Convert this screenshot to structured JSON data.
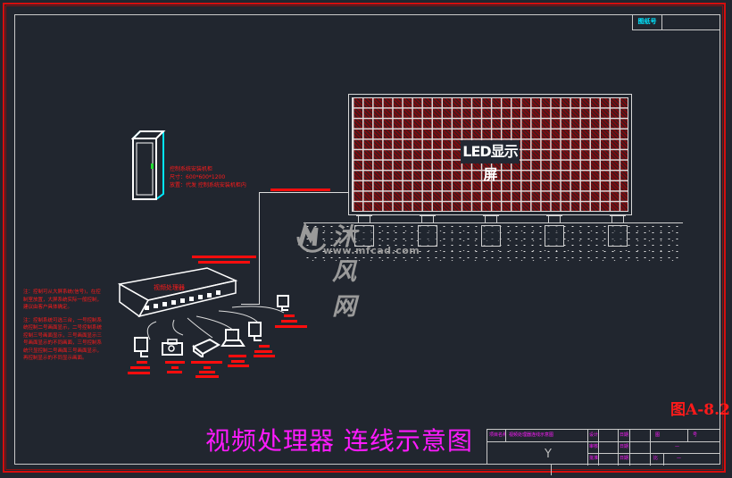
{
  "drawing": {
    "title": "视频处理器 连线示意图",
    "figure_label": "图A-8.2",
    "corner_tag": "图纸号",
    "background_color": "#21262f",
    "border_color": "#d40e0e",
    "accent_magenta": "#ff1aff",
    "annotation_red": "#ff0d0d"
  },
  "led_screen": {
    "label": "LED显示屏",
    "grid_columns": 28,
    "grid_rows": 11,
    "support_count": 5
  },
  "cabinet": {
    "icon": "server-cabinet-icon",
    "notes": [
      "控制系统安装机柜",
      "尺寸：600*600*1200",
      "放置：代发 控制系统安装机柜内"
    ]
  },
  "processor": {
    "label": "视频处理器",
    "icon": "video-processor-icon"
  },
  "devices": [
    {
      "name": "monitor-1",
      "icon": "monitor-icon"
    },
    {
      "name": "camera",
      "icon": "camera-icon"
    },
    {
      "name": "dvd-player",
      "icon": "dvd-player-icon"
    },
    {
      "name": "laptop",
      "icon": "laptop-icon"
    },
    {
      "name": "monitor-2",
      "icon": "monitor-icon"
    },
    {
      "name": "monitor-3",
      "icon": "monitor-icon"
    }
  ],
  "notes_left": [
    "注：控制可从大屏系统(信号)，在控制室放置，大屏系统实际一般控制，建议由客户具体确定。",
    "注：控制系统可选三台，一号控制系统控制二号画面显示，二号控制系统控制三号画面显示，三号画面显示三号画面显示的不同画面，三号控制系统只显控制二号画面三号画面显示，再控制显示的不同显示画面。"
  ],
  "watermark": {
    "brand": "沐风网",
    "url": "www.mfcad.com",
    "logo": "mf-logo-icon"
  },
  "title_block": {
    "project_label": "项目名称",
    "project_name": "视频处理器连线示意图",
    "rows": [
      {
        "role": "设计",
        "sign": "日期"
      },
      {
        "role": "审核",
        "sign": "日期"
      },
      {
        "role": "批准",
        "sign": "日期"
      }
    ],
    "right_cells": [
      "图",
      "号",
      "—",
      "比",
      "—"
    ],
    "symbol": "Y"
  }
}
